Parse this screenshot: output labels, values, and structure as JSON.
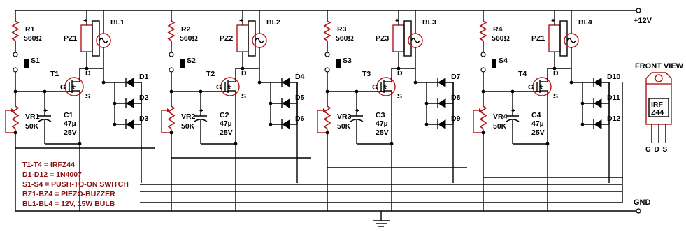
{
  "supply_label": "+12V",
  "ground_label": "GND",
  "front_view": {
    "title": "FRONT VIEW",
    "body_line1": "IRF",
    "body_line2": "Z44",
    "pins": "G D S"
  },
  "channels": [
    {
      "r": "R1",
      "rval": "560Ω",
      "sw": "S1",
      "pz": "PZ1",
      "bl": "BL1",
      "t": "T1",
      "vr": "VR1",
      "vrval": "50K",
      "c": "C1",
      "cval": "47µ",
      "cv": "25V",
      "d": [
        "D1",
        "D2",
        "D3"
      ]
    },
    {
      "r": "R2",
      "rval": "560Ω",
      "sw": "S2",
      "pz": "PZ2",
      "bl": "BL2",
      "t": "T2",
      "vr": "VR2",
      "vrval": "50K",
      "c": "C2",
      "cval": "47µ",
      "cv": "25V",
      "d": [
        "D4",
        "D5",
        "D6"
      ]
    },
    {
      "r": "R3",
      "rval": "560Ω",
      "sw": "S3",
      "pz": "PZ3",
      "bl": "BL3",
      "t": "T3",
      "vr": "VR3",
      "vrval": "50K",
      "c": "C3",
      "cval": "47µ",
      "cv": "25V",
      "d": [
        "D7",
        "D8",
        "D9"
      ]
    },
    {
      "r": "R4",
      "rval": "560Ω",
      "sw": "S4",
      "pz": "PZ1",
      "bl": "BL4",
      "t": "T4",
      "vr": "VR4",
      "vrval": "50K",
      "c": "C4",
      "cval": "47µ",
      "cv": "25V",
      "d": [
        "D10",
        "D11",
        "D12"
      ]
    }
  ],
  "pin_labels": {
    "g": "G",
    "d": "D",
    "s": "S",
    "plus": "+",
    "minus": "−"
  },
  "parts_list": [
    "T1-T4 = IRFZ44",
    "D1-D12 = 1N4007",
    "S1-S4 = PUSH-TO-ON SWITCH",
    "BZ1-BZ4 = PIEZO-BUZZER",
    "BL1-BL4 = 12V, 15W BULB"
  ]
}
